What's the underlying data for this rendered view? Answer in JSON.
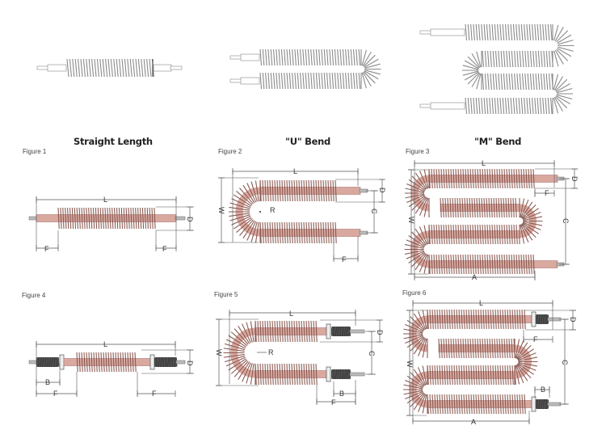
{
  "captions": {
    "straight": "Straight Length",
    "u_bend": "\"U\" Bend",
    "m_bend": "\"M\" Bend"
  },
  "figures": [
    {
      "label": "Figure 1",
      "dims": [
        "L",
        "D",
        "F",
        "F"
      ]
    },
    {
      "label": "Figure 2",
      "dims": [
        "L",
        "W",
        "R",
        "D",
        "C",
        "F"
      ]
    },
    {
      "label": "Figure 3",
      "dims": [
        "L",
        "W",
        "D",
        "F",
        "C",
        "A"
      ]
    },
    {
      "label": "Figure 4",
      "dims": [
        "L",
        "D",
        "B",
        "F",
        "F"
      ]
    },
    {
      "label": "Figure 5",
      "dims": [
        "L",
        "W",
        "R",
        "D",
        "C",
        "B",
        "F"
      ]
    },
    {
      "label": "Figure 6",
      "dims": [
        "L",
        "W",
        "D",
        "F",
        "C",
        "B",
        "A"
      ]
    }
  ],
  "colors": {
    "fin_gray": "#8a8a8a",
    "fin_copper": "#8a5a52",
    "tube_copper": "#d9a9a0",
    "terminal_dark": "#3a3a3a",
    "dim_line": "#555555"
  }
}
